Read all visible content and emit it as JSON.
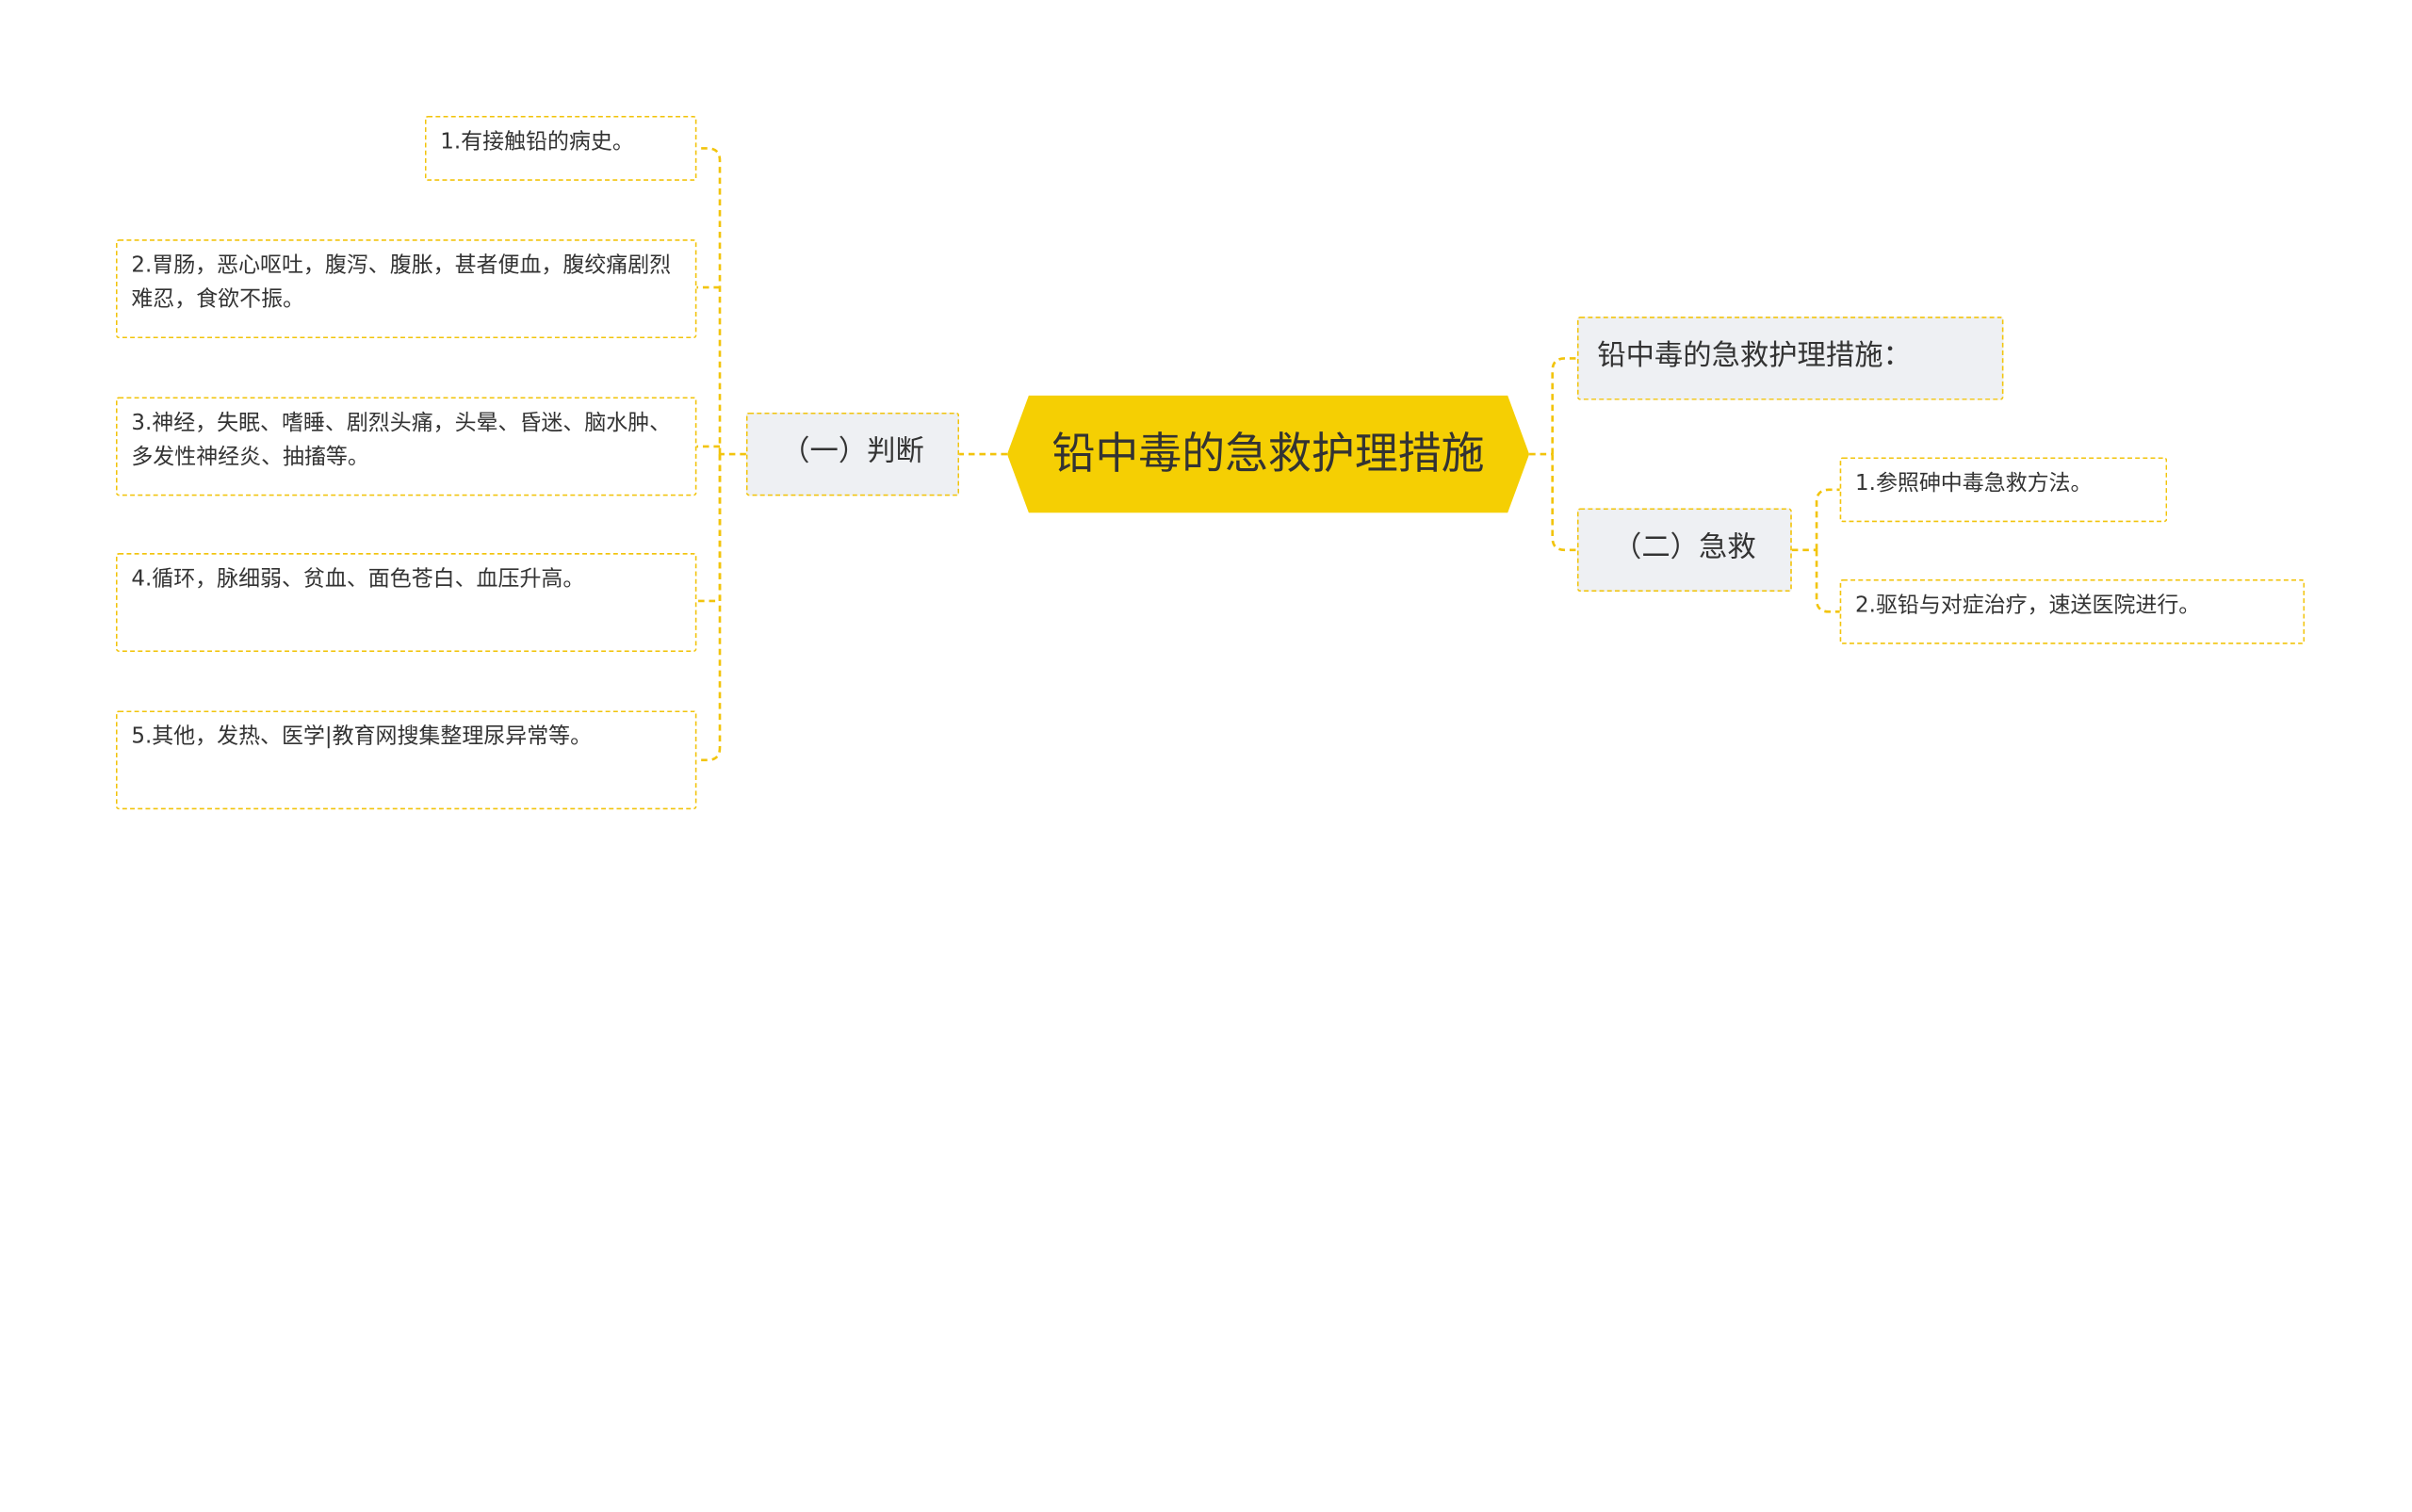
{
  "accent_color": "#f5cf03",
  "link_color": "#f2c40c",
  "branch_fill": "#eef0f3",
  "center": {
    "title": "铅中毒的急救护理措施"
  },
  "left_branch": {
    "label": "（一）判断",
    "items": [
      "1.有接触铅的病史。",
      "2.胃肠，恶心呕吐，腹泻、腹胀，甚者便血，腹绞痛剧烈难忍，食欲不振。",
      "3.神经，失眠、嗜睡、剧烈头痛，头晕、昏迷、脑水肿、多发性神经炎、抽搐等。",
      "4.循环，脉细弱、贫血、面色苍白、血压升高。",
      "5.其他，发热、医学|教育网搜集整理尿异常等。"
    ]
  },
  "right_branches": {
    "heading": "铅中毒的急救护理措施：",
    "aid": {
      "label": "（二）急救",
      "items": [
        "1.参照砷中毒急救方法。",
        "2.驱铅与对症治疗，速送医院进行。"
      ]
    }
  }
}
